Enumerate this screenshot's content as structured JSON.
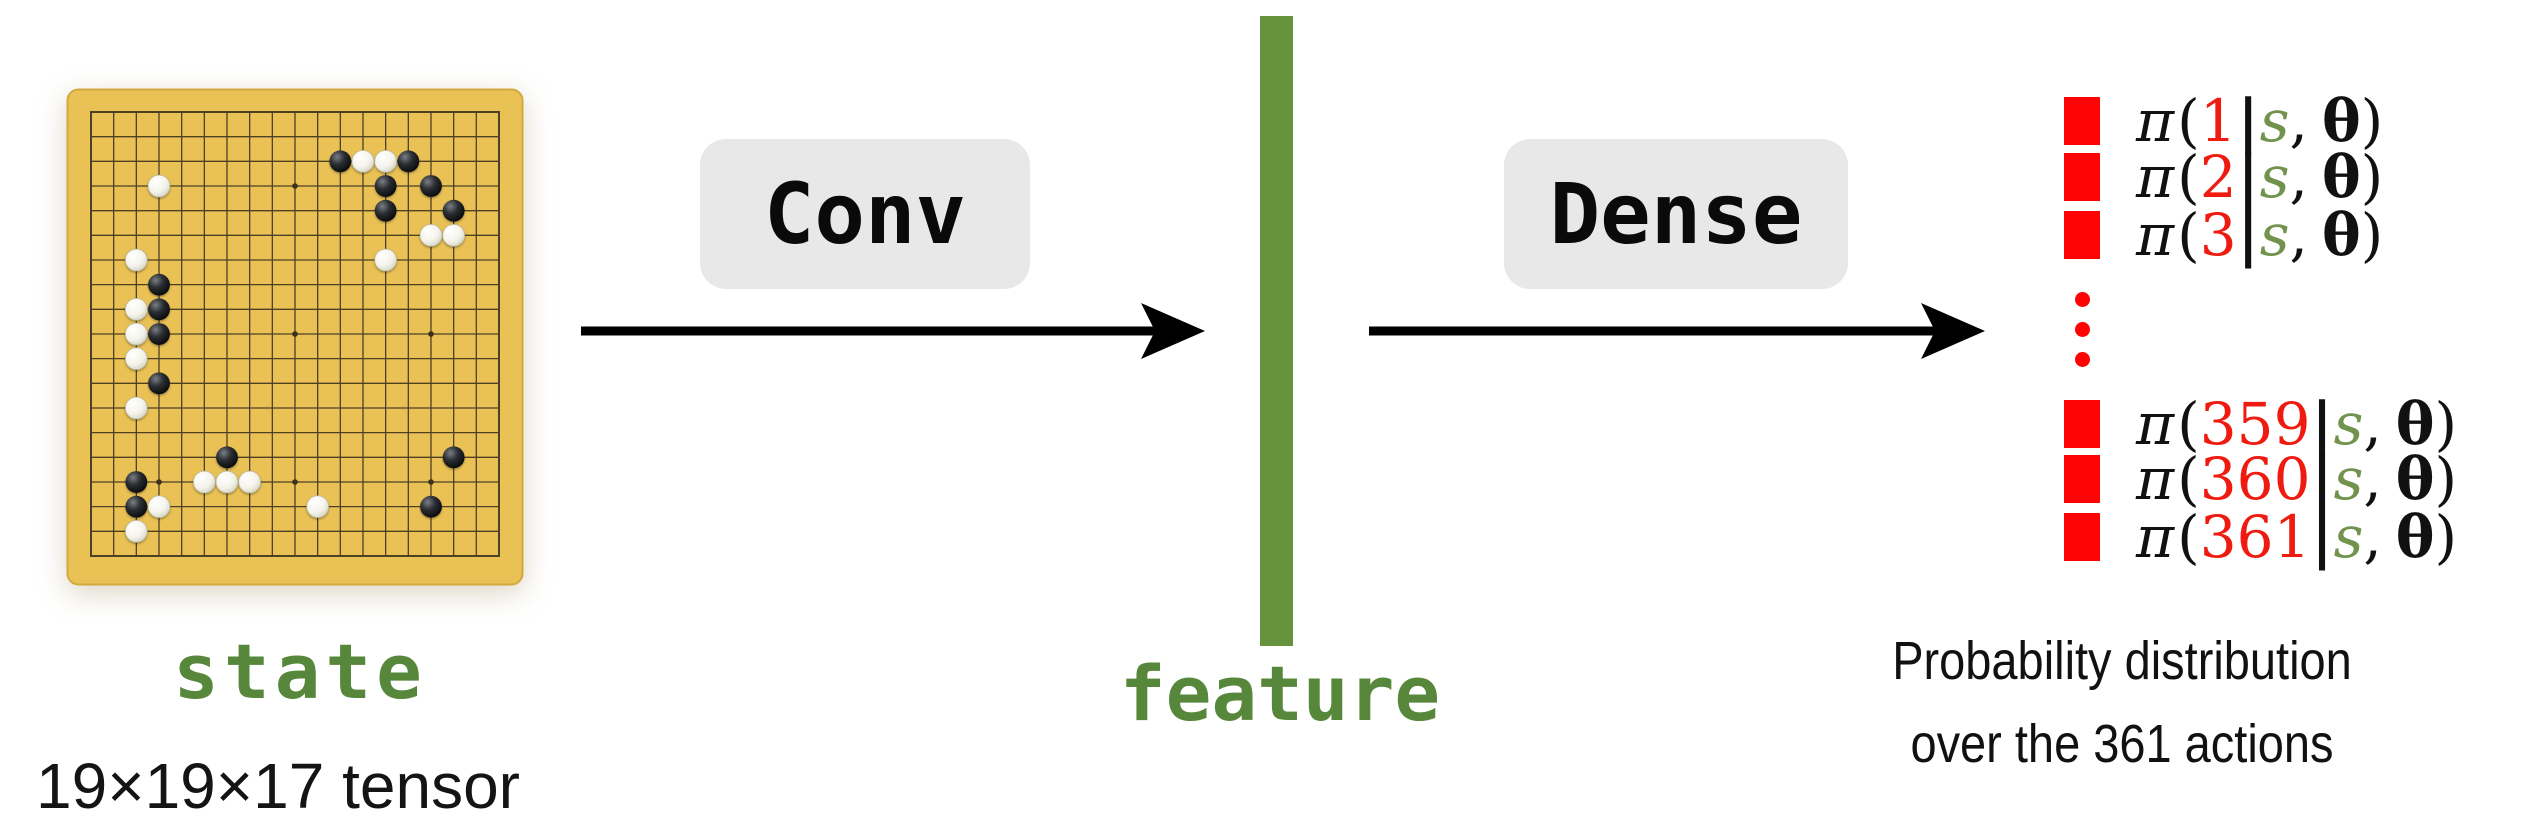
{
  "labels": {
    "state": "state",
    "tensor": "19×19×17 tensor",
    "conv": "Conv",
    "dense": "Dense",
    "feature": "feature",
    "caption_line1": "Probability distribution",
    "caption_line2": "over the 361 actions"
  },
  "formula_parts": {
    "pi": "π",
    "open": "(",
    "bar": "|",
    "s": "s",
    "comma": ",",
    "theta": "θ",
    "close": ")"
  },
  "outputs": [
    {
      "action": "1"
    },
    {
      "action": "2"
    },
    {
      "action": "3"
    },
    {
      "action": "359"
    },
    {
      "action": "360"
    },
    {
      "action": "361"
    }
  ],
  "colors": {
    "green_text": "#57873a",
    "bar_green": "#66913d",
    "red_bar": "#fe0303",
    "red_digit": "#ef1a10",
    "box_fill": "#e8e8e8",
    "arrow_black": "#000000",
    "board_yellow": "#e9c155"
  },
  "board": {
    "size": 19,
    "star_points": [
      [
        3,
        3
      ],
      [
        9,
        3
      ],
      [
        15,
        3
      ],
      [
        3,
        9
      ],
      [
        9,
        9
      ],
      [
        15,
        9
      ],
      [
        3,
        15
      ],
      [
        9,
        15
      ],
      [
        15,
        15
      ]
    ],
    "black_stones": [
      [
        11,
        2
      ],
      [
        14,
        2
      ],
      [
        13,
        3
      ],
      [
        15,
        3
      ],
      [
        13,
        4
      ],
      [
        16,
        4
      ],
      [
        3,
        7
      ],
      [
        3,
        8
      ],
      [
        3,
        9
      ],
      [
        3,
        11
      ],
      [
        6,
        14
      ],
      [
        2,
        15
      ],
      [
        2,
        16
      ],
      [
        16,
        14
      ],
      [
        15,
        16
      ]
    ],
    "white_stones": [
      [
        12,
        2
      ],
      [
        13,
        2
      ],
      [
        3,
        3
      ],
      [
        15,
        5
      ],
      [
        16,
        5
      ],
      [
        13,
        6
      ],
      [
        2,
        6
      ],
      [
        2,
        8
      ],
      [
        2,
        9
      ],
      [
        2,
        10
      ],
      [
        2,
        12
      ],
      [
        5,
        15
      ],
      [
        6,
        15
      ],
      [
        7,
        15
      ],
      [
        3,
        16
      ],
      [
        2,
        17
      ],
      [
        10,
        16
      ]
    ]
  }
}
